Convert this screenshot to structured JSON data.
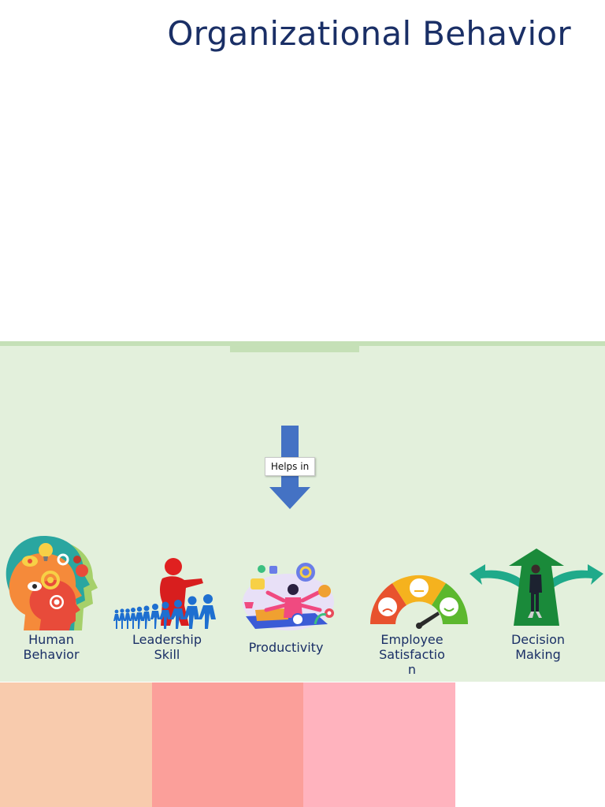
{
  "title": "Organizational Behavior",
  "callout": "Helps in",
  "items": [
    {
      "label": "Human\nBehavior",
      "icon": "human-heads-icon"
    },
    {
      "label": "Leadership\nSkill",
      "icon": "leader-group-icon"
    },
    {
      "label": "Productivity",
      "icon": "multitasking-worker-icon"
    },
    {
      "label": "Employee\nSatisfactio\nn",
      "icon": "satisfaction-gauge-icon"
    },
    {
      "label": "Decision\nMaking",
      "icon": "crossroads-arrows-icon"
    }
  ],
  "colors": {
    "title": "#1a2f66",
    "panel": "#e3f0dc",
    "arrow": "#4472c4",
    "bottom_1": "#f8cbad",
    "bottom_2": "#fb9f9a",
    "bottom_3": "#ffb3be"
  }
}
